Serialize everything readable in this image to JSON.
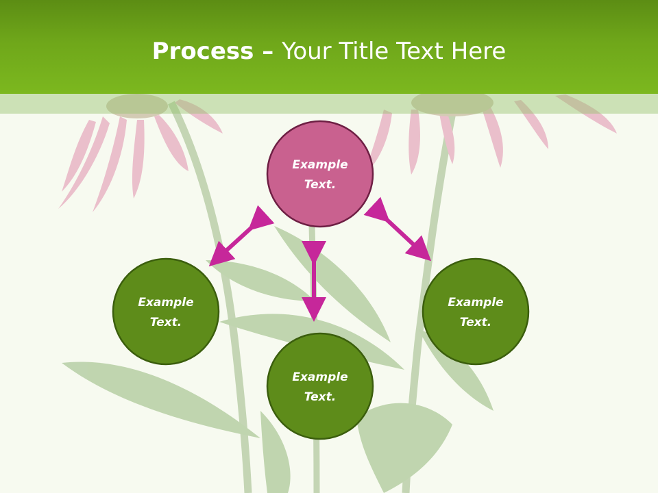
{
  "title": {
    "bold": "Process",
    "dash": " – ",
    "rest": "Your Title Text Here"
  },
  "nodes": [
    {
      "line1": "Example",
      "line2": "Text.",
      "fill": "#c9618f",
      "stroke": "#6e1f44"
    },
    {
      "line1": "Example",
      "line2": "Text.",
      "fill": "#5e8c1a",
      "stroke": "#3b5e0d"
    },
    {
      "line1": "Example",
      "line2": "Text.",
      "fill": "#5e8c1a",
      "stroke": "#3b5e0d"
    },
    {
      "line1": "Example",
      "line2": "Text.",
      "fill": "#5e8c1a",
      "stroke": "#3b5e0d"
    }
  ],
  "colors": {
    "arrow": "#c6279a",
    "header": "#6fa71a"
  }
}
